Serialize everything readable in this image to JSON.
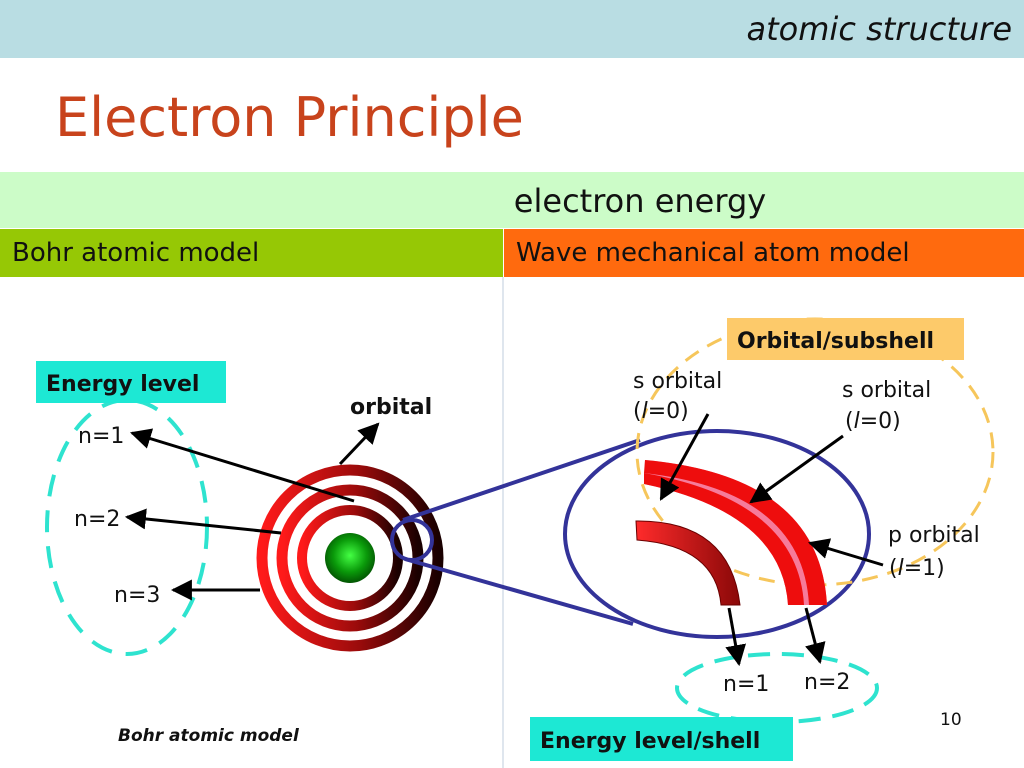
{
  "header": {
    "topic": "atomic structure"
  },
  "slide": {
    "title": "Electron Principle",
    "subtitle": "electron energy",
    "page_number": "10"
  },
  "columns": {
    "left_header": "Bohr atomic model",
    "right_header": "Wave mechanical atom model"
  },
  "bohr": {
    "energy_level_label": "Energy level",
    "orbital_label": "orbital",
    "levels": [
      "n=1",
      "n=2",
      "n=3"
    ],
    "caption": "Bohr atomic model"
  },
  "wave": {
    "subshell_label": "Orbital/subshell",
    "s_orbital_1": {
      "name": "s orbital",
      "open": "(",
      "sym": "l",
      "val": "=0)"
    },
    "s_orbital_2": {
      "name": "s orbital",
      "open": "(",
      "sym": "l",
      "val": "=0)"
    },
    "p_orbital": {
      "name": "p orbital",
      "open": "(",
      "sym": "l",
      "val": "=1)"
    },
    "levels": [
      "n=1",
      "n=2"
    ],
    "shell_label": "Energy level/shell"
  },
  "colors": {
    "topbar": "#b9dde3",
    "title": "#c8431c",
    "band": "#ccfcc8",
    "left_header": "#96c805",
    "right_header": "#ff6a0e",
    "cyan_box": "#1de8d4",
    "orange_box": "#fdca6a",
    "ellipse_blue": "#333399"
  }
}
